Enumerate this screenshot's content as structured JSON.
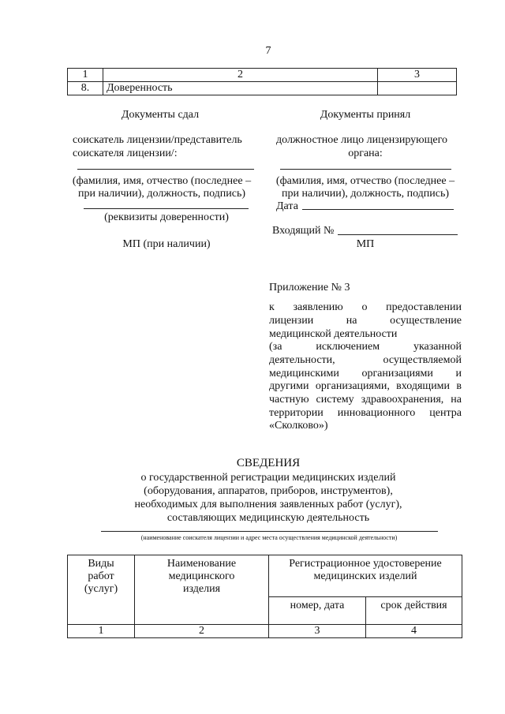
{
  "page_number": "7",
  "top_table": {
    "header": [
      "1",
      "2",
      "3"
    ],
    "row": {
      "num": "8.",
      "name": "Доверенность",
      "value": ""
    }
  },
  "left_block": {
    "title": "Документы сдал",
    "role_lines": [
      "соискатель лицензии/представитель",
      "соискателя лицензии/:"
    ],
    "fio_lines": [
      "(фамилия, имя, отчество (последнее –",
      "при наличии), должность, подпись)"
    ],
    "power_of_attorney": "(реквизиты доверенности)",
    "stamp": "МП (при наличии)"
  },
  "right_block": {
    "title": "Документы принял",
    "role_lines": [
      "должностное лицо лицензирующего",
      "органа:"
    ],
    "fio_lines": [
      "(фамилия, имя, отчество (последнее –",
      "при наличии), должность, подпись)"
    ],
    "date_label": "Дата",
    "incoming_label": "Входящий №",
    "stamp": "МП"
  },
  "appendix": {
    "title": "Приложение № 3",
    "lines": [
      "к заявлению о предоставлении",
      "лицензии на осуществление",
      "медицинской деятельности",
      "(за исключением указанной",
      "деятельности, осуществляемой",
      "медицинскими организациями и",
      "другими организациями, входящими в",
      "частную систему здравоохранения, на",
      "территории инновационного центра",
      "«Сколково»)"
    ]
  },
  "heading": {
    "title": "СВЕДЕНИЯ",
    "subtitle_lines": [
      "о государственной регистрации медицинских изделий",
      "(оборудования, аппаратов, приборов, инструментов),",
      "необходимых для выполнения заявленных работ (услуг),",
      "составляющих медицинскую деятельность"
    ],
    "caption": "(наименование соискателя лицензии и адрес места осуществления медицинской деятельности)"
  },
  "bottom_table": {
    "col1": "Виды работ (услуг)",
    "col1_lines": [
      "Виды",
      "работ",
      "(услуг)"
    ],
    "col2_lines": [
      "Наименование",
      "медицинского",
      "изделия"
    ],
    "group_lines": [
      "Регистрационное удостоверение",
      "медицинских изделий"
    ],
    "sub_headers": [
      "номер, дата",
      "срок действия"
    ],
    "numbers": [
      "1",
      "2",
      "3",
      "4"
    ]
  }
}
